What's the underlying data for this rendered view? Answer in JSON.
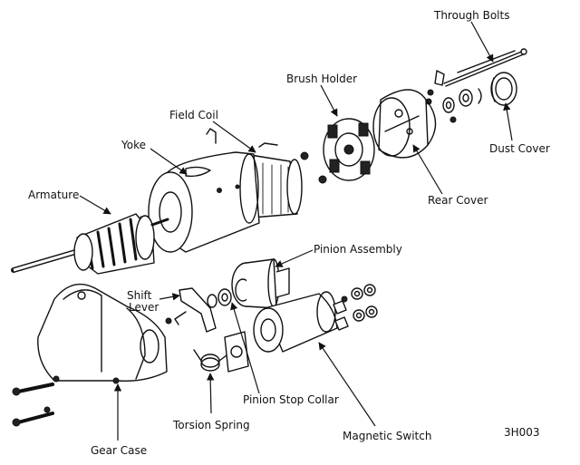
{
  "labels": {
    "through_bolts": "Through Bolts",
    "brush_holder": "Brush Holder",
    "field_coil": "Field Coil",
    "yoke": "Yoke",
    "dust_cover": "Dust Cover",
    "armature": "Armature",
    "rear_cover": "Rear Cover",
    "pinion_assembly": "Pinion Assembly",
    "shift_lever_line1": "Shift",
    "shift_lever_line2": "Lever",
    "pinion_stop_collar": "Pinion Stop Collar",
    "torsion_spring": "Torsion Spring",
    "magnetic_switch": "Magnetic Switch",
    "gear_case": "Gear Case",
    "figure_code": "3H003"
  }
}
